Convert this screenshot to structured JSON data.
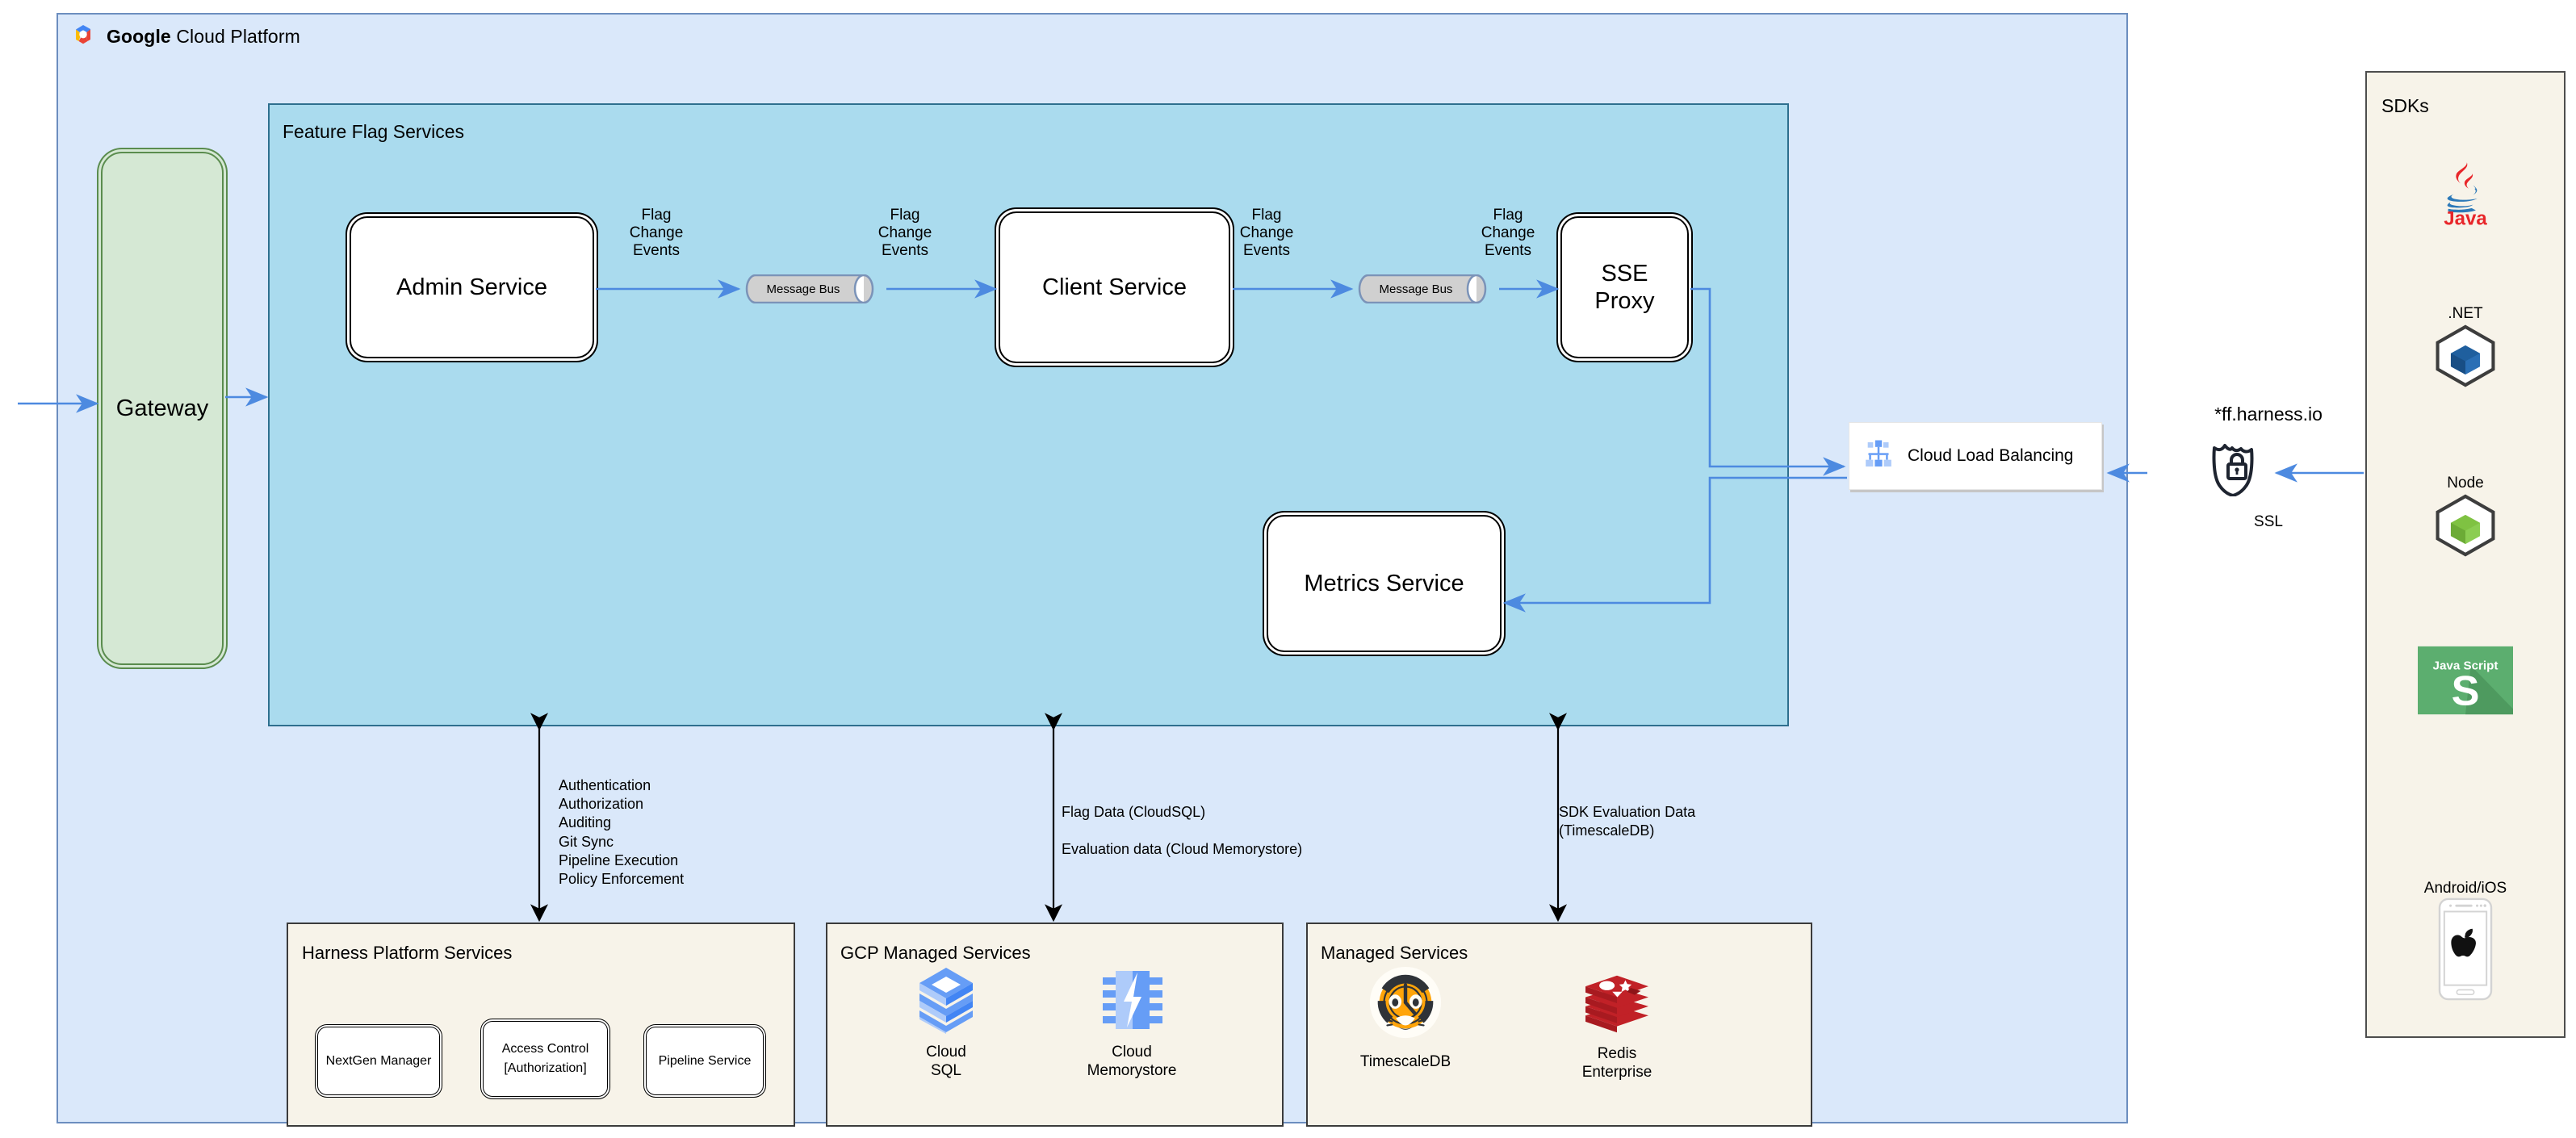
{
  "gcp": {
    "title_bold": "Google",
    "title_rest": " Cloud Platform",
    "logo_icon": "google-cloud-logo-icon",
    "panel_color": "#dae8fa",
    "border_color": "#6c8ebf"
  },
  "gateway": {
    "label": "Gateway",
    "fill": "#d5e8d4",
    "border": "#5a8c4e"
  },
  "feature_flag_services": {
    "title": "Feature Flag Services",
    "fill": "#aadbee",
    "border": "#2e6f8e",
    "services": [
      {
        "id": "admin-service",
        "label": "Admin Service"
      },
      {
        "id": "client-service",
        "label": "Client Service"
      },
      {
        "id": "sse-proxy",
        "label": "SSE\nProxy"
      },
      {
        "id": "metrics-service",
        "label": "Metrics Service"
      }
    ],
    "message_buses": [
      {
        "id": "msgbus-1",
        "label": "Message Bus"
      },
      {
        "id": "msgbus-2",
        "label": "Message Bus"
      }
    ],
    "edge_labels": [
      {
        "id": "lbl-fce-1",
        "text": "Flag\nChange\nEvents"
      },
      {
        "id": "lbl-fce-2",
        "text": "Flag\nChange\nEvents"
      },
      {
        "id": "lbl-fce-3",
        "text": "Flag\nChange\nEvents"
      },
      {
        "id": "lbl-fce-4",
        "text": "Flag\nChange\nEvents"
      }
    ]
  },
  "load_balancer": {
    "label": "Cloud Load Balancing",
    "icon": "cloud-load-balancing-icon"
  },
  "ssl": {
    "domain": "*ff.harness.io",
    "label": "SSL",
    "icon": "ssl-shield-lock-icon"
  },
  "annotations": {
    "platform_capabilities": "Authentication\nAuthorization\nAuditing\nGit Sync\nPipeline Execution\nPolicy Enforcement",
    "flag_data": "Flag Data (CloudSQL)\n\nEvaluation data (Cloud Memorystore)",
    "sdk_evaluation": "SDK Evaluation Data\n(TimescaleDB)"
  },
  "bottom_panels": {
    "harness": {
      "title": "Harness Platform Services",
      "items": [
        {
          "id": "nextgen-manager",
          "label": "NextGen Manager"
        },
        {
          "id": "access-control",
          "label": "Access Control\n[Authorization]"
        },
        {
          "id": "pipeline-service",
          "label": "Pipeline Service"
        }
      ]
    },
    "gcp_managed": {
      "title": "GCP Managed Services",
      "items": [
        {
          "id": "cloud-sql",
          "label": "Cloud\nSQL",
          "icon": "cloud-sql-icon"
        },
        {
          "id": "cloud-memorystore",
          "label": "Cloud\nMemorystore",
          "icon": "cloud-memorystore-icon"
        }
      ]
    },
    "managed": {
      "title": "Managed Services",
      "items": [
        {
          "id": "timescaledb",
          "label": "TimescaleDB",
          "icon": "timescaledb-tiger-icon"
        },
        {
          "id": "redis-enterprise",
          "label": "Redis\nEnterprise",
          "icon": "redis-stack-icon"
        }
      ]
    }
  },
  "sdks": {
    "title": "SDKs",
    "items": [
      {
        "id": "sdk-java",
        "label": "Java",
        "icon": "java-logo-icon",
        "label_position": "below"
      },
      {
        "id": "sdk-net",
        "label": ".NET",
        "icon": "dotnet-cube-icon",
        "label_position": "above"
      },
      {
        "id": "sdk-node",
        "label": "Node",
        "icon": "node-cube-icon",
        "label_position": "above"
      },
      {
        "id": "sdk-js",
        "label": "Java Script",
        "icon": "javascript-tile-icon",
        "label_position": "inside"
      },
      {
        "id": "sdk-mobile",
        "label": "Android/iOS",
        "icon": "phone-apple-icon",
        "label_position": "above"
      }
    ]
  },
  "colors": {
    "arrow_blue": "#4d8ae0",
    "arrow_black": "#000000",
    "panel_cream": "#f7f3e9",
    "java_red": "#e8262a",
    "java_blue": "#2c79b8",
    "dotnet_blue": "#1f5f9e",
    "node_green": "#7fc242",
    "js_green": "#5cae6f",
    "redis_red": "#c12127",
    "timescale_orange": "#ffa409",
    "gcp_blue": "#669df6"
  }
}
